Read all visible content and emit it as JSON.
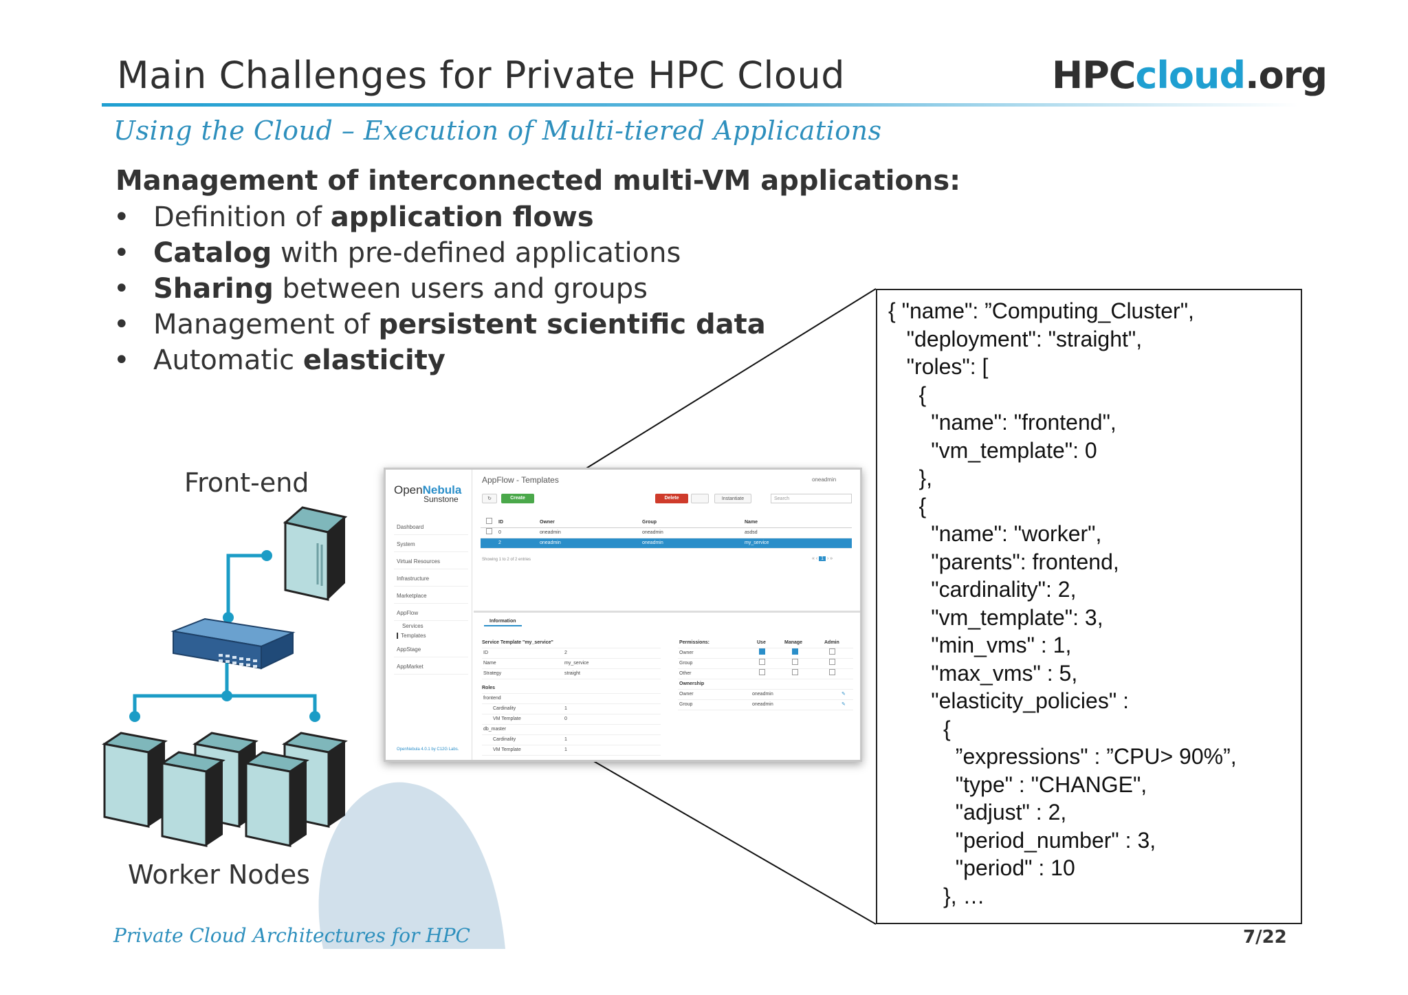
{
  "slide": {
    "title": "Main Challenges for Private HPC Cloud",
    "logo_part1": "HPC",
    "logo_part2": "cloud",
    "logo_part3": ".org",
    "subtitle": "Using the Cloud – Execution of Multi-tiered Applications",
    "heading": "Management of interconnected multi-VM applications:",
    "bullets": [
      {
        "pre": "Definition of ",
        "bold": "application flows",
        "post": ""
      },
      {
        "pre": "",
        "bold": "Catalog",
        "post": " with pre-defined applications"
      },
      {
        "pre": "",
        "bold": "Sharing",
        "post": " between users and groups"
      },
      {
        "pre": "Management of ",
        "bold": "persistent scientific data",
        "post": ""
      },
      {
        "pre": "Automatic ",
        "bold": "elasticity",
        "post": ""
      }
    ],
    "diagram": {
      "frontend_label": "Front-end",
      "workers_label": "Worker Nodes"
    },
    "footer": "Private Cloud Architectures for HPC",
    "page_number": "7/22",
    "accent_color": "#1f9fd1"
  },
  "json_example": "{ \"name\": ”Computing_Cluster\",\n   \"deployment\": \"straight\",\n   \"roles\": [\n     {\n       \"name\": \"frontend\",\n       \"vm_template\": 0\n     },\n     {\n       \"name\": \"worker\",\n       \"parents\": frontend,\n       \"cardinality\": 2,\n       \"vm_template\": 3,\n       \"min_vms\" : 1,\n       \"max_vms\" : 5,\n       \"elasticity_policies\" :\n         {\n           ”expressions\" : ”CPU> 90%”,\n           \"type\" : \"CHANGE\",\n           \"adjust\" : 2,\n           \"period_number\" : 3,\n           \"period\" : 10\n         }, …",
  "screenshot": {
    "brand_open": "Open",
    "brand_nebula": "Nebula",
    "brand_sub": "Sunstone",
    "page_title": "AppFlow - Templates",
    "user": "oneadmin",
    "nav": [
      "Dashboard",
      "System",
      "Virtual Resources",
      "Infrastructure",
      "Marketplace",
      "AppFlow",
      "AppStage",
      "AppMarket"
    ],
    "nav_sub": [
      "Services",
      "Templates"
    ],
    "footer": "OpenNebula 4.0.1 by C12G Labs.",
    "buttons": {
      "create": "Create",
      "delete": "Delete",
      "instantiate": "Instantiate",
      "search_placeholder": "Search"
    },
    "table": {
      "headers": [
        "ID",
        "Owner",
        "Group",
        "Name"
      ],
      "rows": [
        {
          "id": "0",
          "owner": "oneadmin",
          "group": "oneadmin",
          "name": "asdsd"
        },
        {
          "id": "2",
          "owner": "oneadmin",
          "group": "oneadmin",
          "name": "my_service"
        }
      ],
      "entries": "Showing 1 to 2 of 2 entries",
      "page": "1"
    },
    "info_tab": "Information",
    "template_header": "Service Template \"my_service\"",
    "template_rows": [
      {
        "k": "ID",
        "v": "2"
      },
      {
        "k": "Name",
        "v": "my_service"
      },
      {
        "k": "Strategy",
        "v": "straight"
      }
    ],
    "roles_header": "Roles",
    "roles": [
      {
        "name": "frontend",
        "cardinality": "1",
        "vm_template": "0"
      },
      {
        "name": "db_master",
        "cardinality": "1",
        "vm_template": "1"
      }
    ],
    "role_labels": {
      "cardinality": "Cardinality",
      "vm_template": "VM Template"
    },
    "permissions": {
      "header": "Permissions:",
      "cols": [
        "Use",
        "Manage",
        "Admin"
      ],
      "rows": [
        "Owner",
        "Group",
        "Other"
      ]
    },
    "ownership": {
      "header": "Ownership",
      "rows": [
        {
          "k": "Owner",
          "v": "oneadmin"
        },
        {
          "k": "Group",
          "v": "oneadmin"
        }
      ]
    }
  }
}
